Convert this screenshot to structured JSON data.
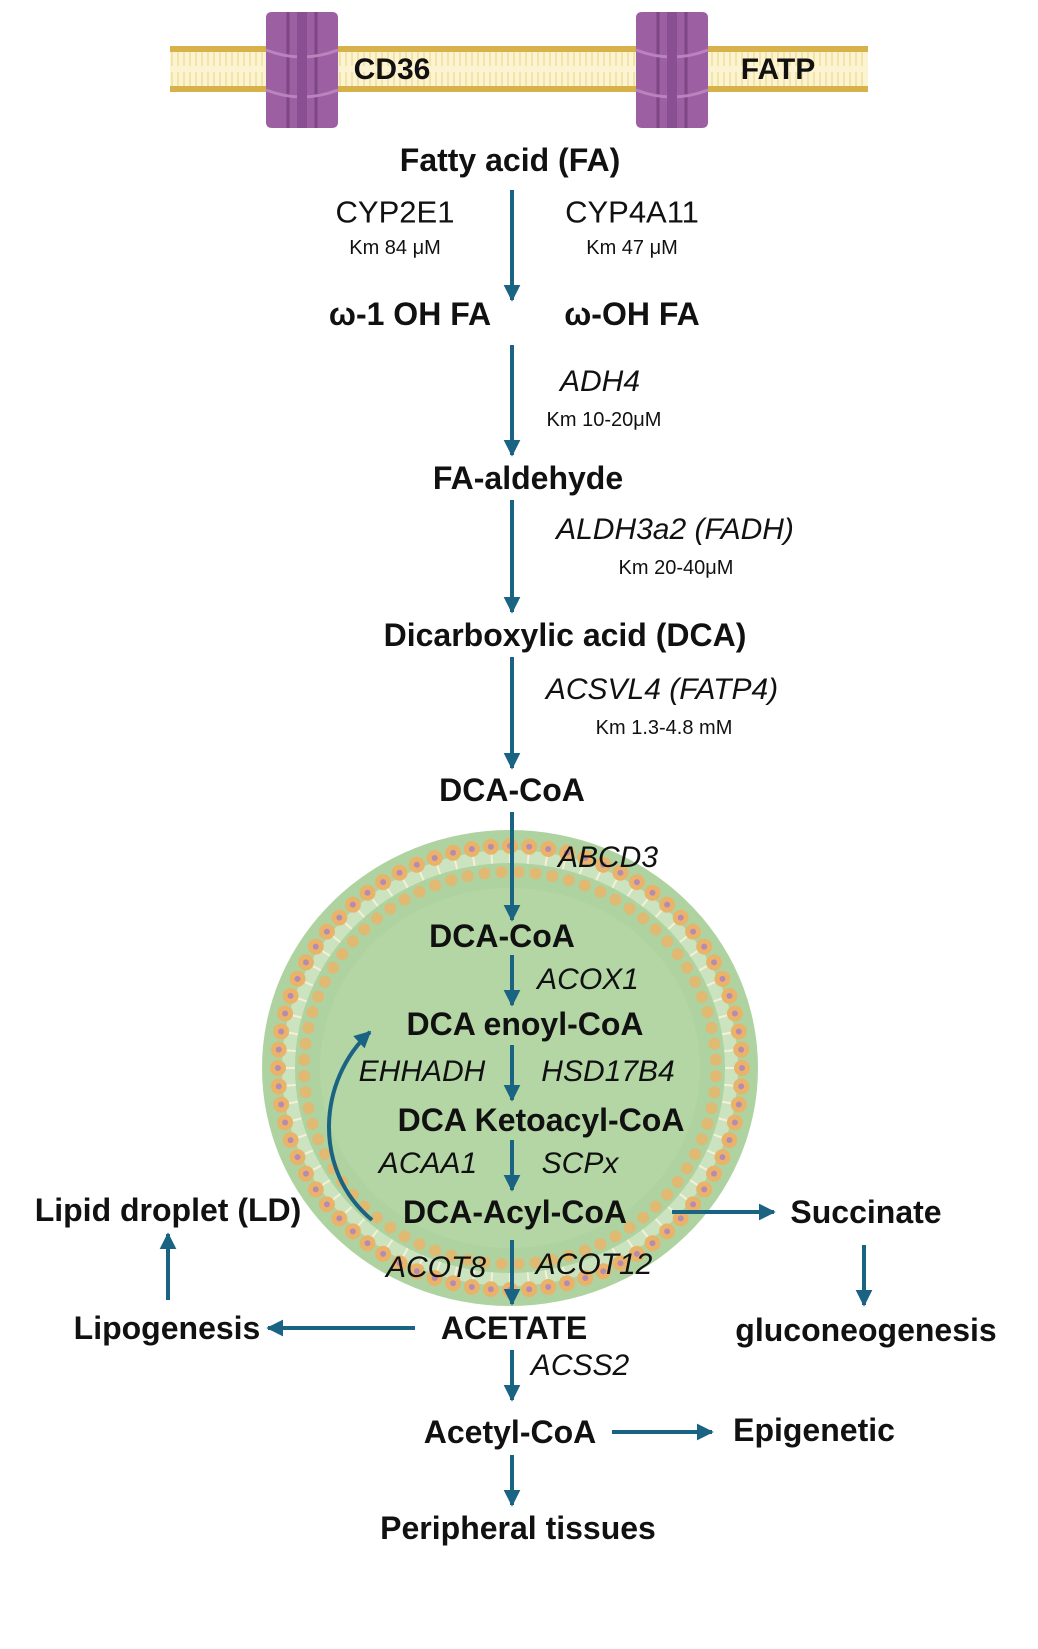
{
  "colors": {
    "arrow": "#1b6383",
    "protein": "#9b5fa2",
    "protein_dark": "#7d4686",
    "membrane_head": "#d7b24a",
    "membrane_tail": "#f0de9a",
    "peroxisome_fill": "#aed3a0",
    "peroxisome_inner": "#cce3bf",
    "peroxisome_bead": "#e9b46a",
    "peroxisome_bead_dot": "#b98ab0",
    "text": "#111111"
  },
  "membrane": {
    "proteins": [
      {
        "label": "CD36",
        "icon": "transmembrane-transporter-icon"
      },
      {
        "label": "FATP",
        "icon": "transmembrane-transporter-icon"
      }
    ]
  },
  "pathway": {
    "fatty_acid": "Fatty acid (FA)",
    "cyp2e1": {
      "name": "CYP2E1",
      "km": "Km 84 μM"
    },
    "cyp4a11": {
      "name": "CYP4A11",
      "km": "Km 47 μM"
    },
    "omega1_oh_fa": "ω-1 OH FA",
    "omega_oh_fa": "ω-OH FA",
    "adh4": {
      "name": "ADH4",
      "km": "Km 10-20μM"
    },
    "fa_aldehyde": "FA-aldehyde",
    "aldh3a2": {
      "name": "ALDH3a2 (FADH)",
      "km": "Km 20-40μM"
    },
    "dca": "Dicarboxylic acid (DCA)",
    "acsvl4": {
      "name": "ACSVL4 (FATP4)",
      "km": "Km 1.3-4.8 mM"
    },
    "dca_coa": "DCA-CoA",
    "abcd3": "ABCD3"
  },
  "peroxisome": {
    "dca_coa": "DCA-CoA",
    "acox1": "ACOX1",
    "dca_enoyl_coa": "DCA enoyl-CoA",
    "ehhadh": "EHHADH",
    "hsd17b4": "HSD17B4",
    "dca_ketoacyl_coa": "DCA Ketoacyl-CoA",
    "acaa1": "ACAA1",
    "scpx": "SCPx",
    "dca_acyl_coa": "DCA-Acyl-CoA",
    "acot8": "ACOT8",
    "acot12": "ACOT12"
  },
  "downstream": {
    "lipid_droplet": "Lipid droplet (LD)",
    "succinate": "Succinate",
    "lipogenesis": "Lipogenesis",
    "acetate": "ACETATE",
    "gluconeogenesis": "gluconeogenesis",
    "acss2": "ACSS2",
    "acetyl_coa": "Acetyl-CoA",
    "epigenetic": "Epigenetic",
    "peripheral_tissues": "Peripheral tissues"
  }
}
